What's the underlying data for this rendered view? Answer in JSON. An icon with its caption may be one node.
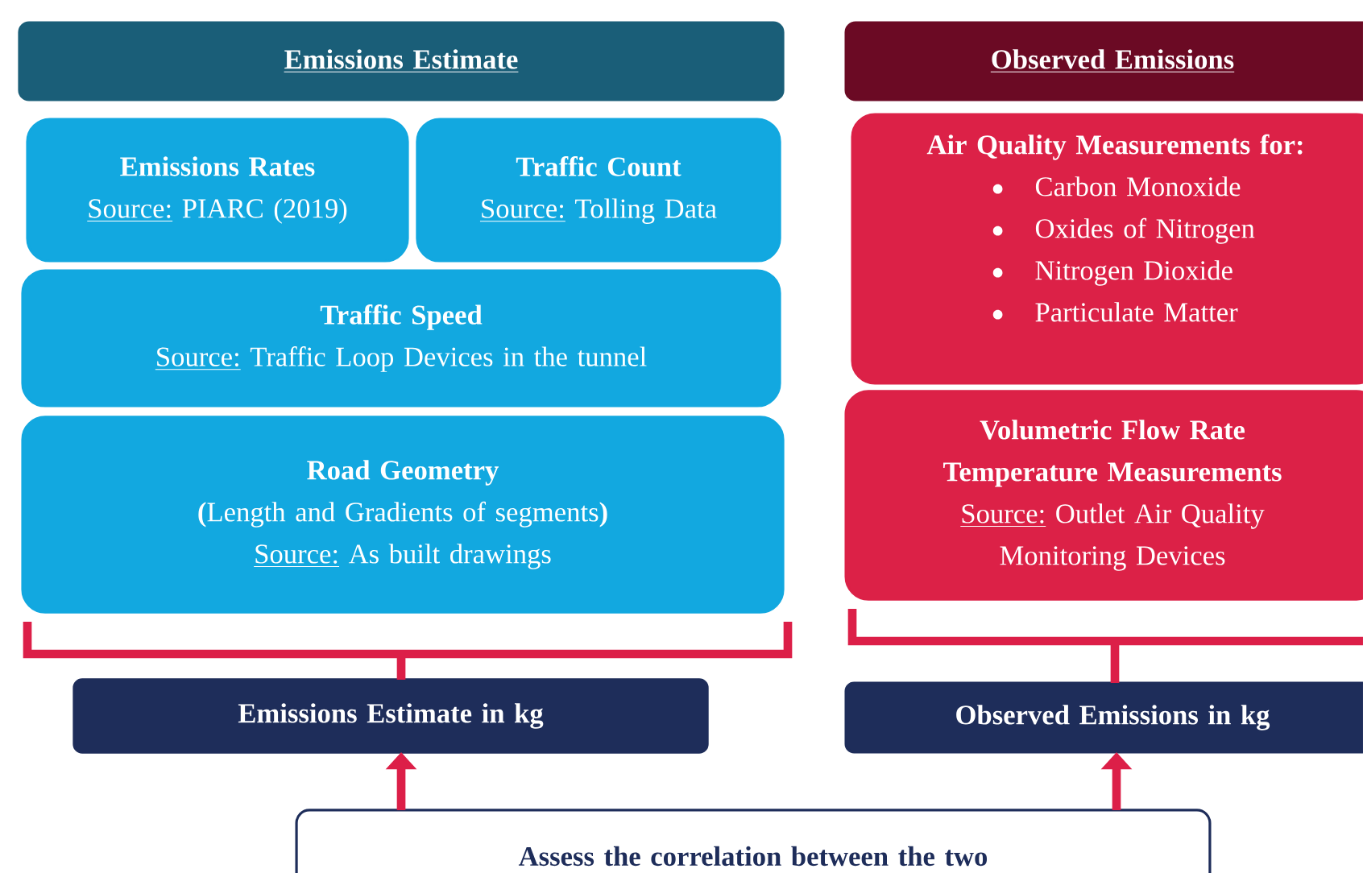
{
  "diagram": {
    "nodes": [
      {
        "text": [
          "Emissions Estimate"
        ]
      },
      {
        "text": [
          "Emissions Rates",
          "Source:",
          "PIARC (2019)"
        ]
      },
      {
        "text": [
          "Traffic Count",
          "Source:",
          "Tolling Data"
        ]
      },
      {
        "text": [
          "Traffic Speed",
          "Source:",
          "Traffic Loop Devices in the tunnel"
        ]
      },
      {
        "text": [
          "Road Geometry",
          "**(**Length and Gradients of segments**)**",
          "Source:",
          "As built drawings"
        ]
      },
      {
        "text": [
          "Observed Emissions"
        ]
      },
      {
        "text": [
          "Air Quality Measurements for:",
          "Carbon Monoxide",
          "Oxides of Nitrogen",
          "Nitrogen Dioxide",
          "Particulate Matter"
        ]
      },
      {
        "text": [
          "Volumetric Flow Rate",
          "Temperature Measurements",
          "Source:",
          "Outlet Air Quality Monitoring Devices"
        ]
      },
      {
        "text": [
          "Emissions Estimate in kg"
        ]
      },
      {
        "text": [
          "Observed Emissions in kg"
        ]
      },
      {
        "text": [
          "Assess the correlation between the two"
        ]
      }
    ],
    "edges": [
      {
        "from": 4,
        "to": 8,
        "arrow": "none"
      },
      {
        "from": 7,
        "to": 9,
        "arrow": "none"
      },
      {
        "from": 10,
        "to": 8,
        "arrow": "to"
      },
      {
        "from": 10,
        "to": 9,
        "arrow": "to"
      }
    ]
  }
}
